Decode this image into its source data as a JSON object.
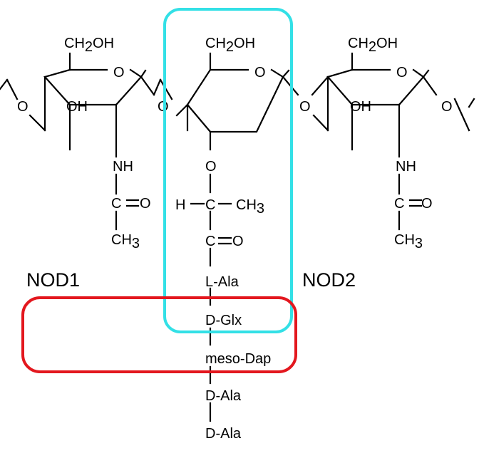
{
  "colors": {
    "nod1": "#e3171e",
    "nod2": "#33e0e6",
    "structure": "#000000",
    "background": "#ffffff"
  },
  "regions": {
    "nod1": {
      "label": "NOD1"
    },
    "nod2": {
      "label": "NOD2"
    }
  },
  "sugars": {
    "left": {
      "ch2oh": {
        "main": "CH",
        "sub": "2",
        "tail": "OH"
      },
      "ring_o": "O",
      "glyco_o": "O",
      "oh": "OH",
      "nh": "NH",
      "carbonyl_c": "C",
      "carbonyl_o": "O",
      "methyl": {
        "main": "CH",
        "sub": "3"
      }
    },
    "middle": {
      "ch2oh": {
        "main": "CH",
        "sub": "2",
        "tail": "OH"
      },
      "ring_o": "O",
      "glyco_o": "O",
      "ether_o": "O",
      "lactyl_h": "H",
      "lactyl_c": "C",
      "lactyl_ch3": {
        "main": "CH",
        "sub": "3"
      },
      "carbonyl_c": "C",
      "carbonyl_o": "O"
    },
    "right": {
      "ch2oh": {
        "main": "CH",
        "sub": "2",
        "tail": "OH"
      },
      "ring_o": "O",
      "glyco_o": "O",
      "oh": "OH",
      "nh": "NH",
      "carbonyl_c": "C",
      "carbonyl_o": "O",
      "methyl": {
        "main": "CH",
        "sub": "3"
      }
    }
  },
  "peptide": [
    "L-Ala",
    "D-Glx",
    "meso-Dap",
    "D-Ala",
    "D-Ala"
  ]
}
